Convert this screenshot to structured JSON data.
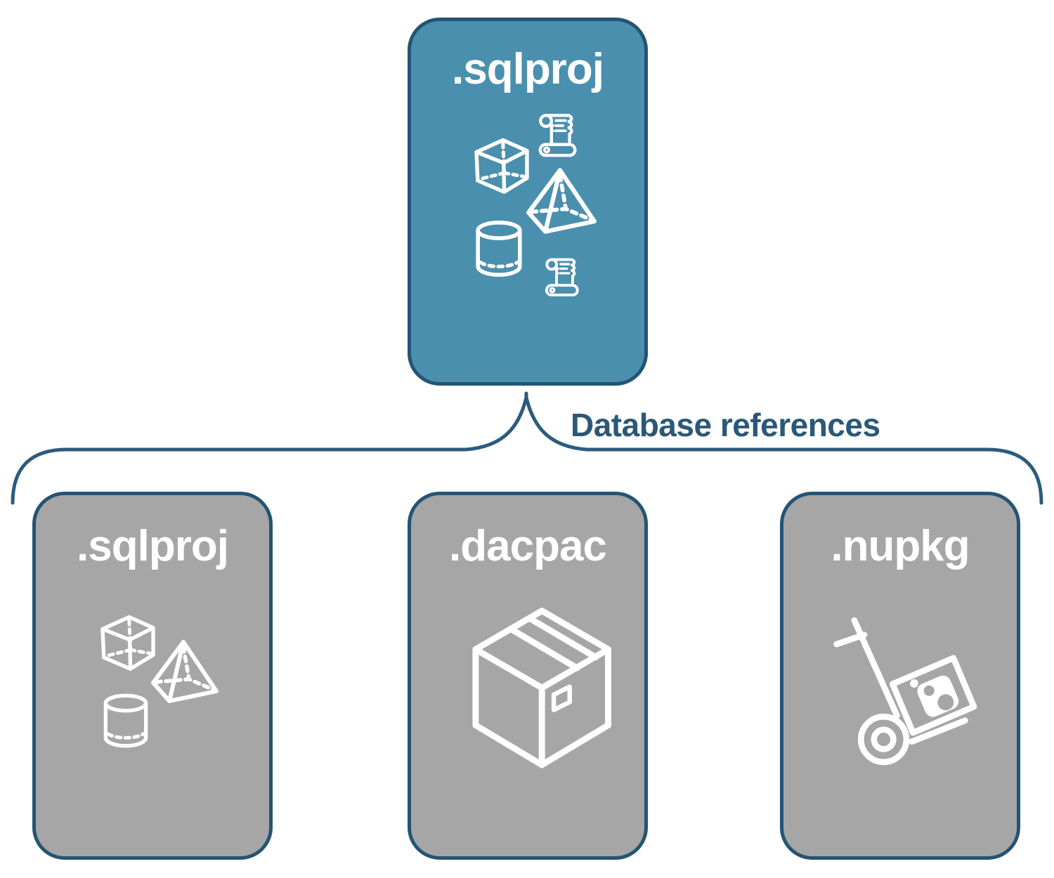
{
  "diagram": {
    "description": "SQL project database references diagram"
  },
  "colors": {
    "blue_fill": "#4A8FAE",
    "gray_fill": "#A6A6A6",
    "box_outline": "#245473",
    "connector_line": "#2B5C7E",
    "label_text": "#2B5877",
    "icon_color": "#FFFFFF"
  },
  "top_box": {
    "label": ".sqlproj",
    "icons": [
      "cube-icon",
      "scroll-icon",
      "pyramid-icon",
      "cylinder-icon",
      "scroll-icon"
    ]
  },
  "connector": {
    "label": "Database references"
  },
  "bottom_boxes": [
    {
      "label": ".sqlproj",
      "icons": [
        "cube-icon",
        "pyramid-icon",
        "cylinder-icon"
      ]
    },
    {
      "label": ".dacpac",
      "icons": [
        "package-box-icon"
      ]
    },
    {
      "label": ".nupkg",
      "icons": [
        "hand-truck-package-icon"
      ]
    }
  ]
}
